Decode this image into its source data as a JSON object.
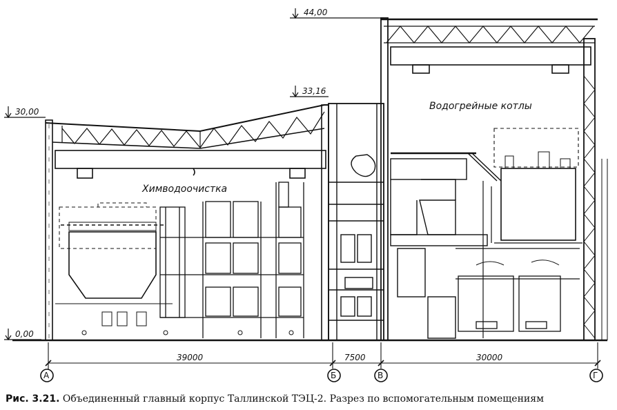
{
  "elevations": {
    "top": "44,00",
    "middle": "33,16",
    "left": "30,00",
    "ground": "0,00"
  },
  "rooms": {
    "water_treatment": "Химводоочистка",
    "boilers": "Водогрейные котлы"
  },
  "dimensions": {
    "span_1": "39000",
    "span_2": "7500",
    "span_3": "30000"
  },
  "axes": {
    "a": "А",
    "b": "Б",
    "v": "В",
    "g": "Г"
  },
  "caption": {
    "number": "Рис. 3.21.",
    "text": "Объединенный главный корпус Таллинской ТЭЦ-2. Разрез по  вспомогательным помещениям"
  }
}
